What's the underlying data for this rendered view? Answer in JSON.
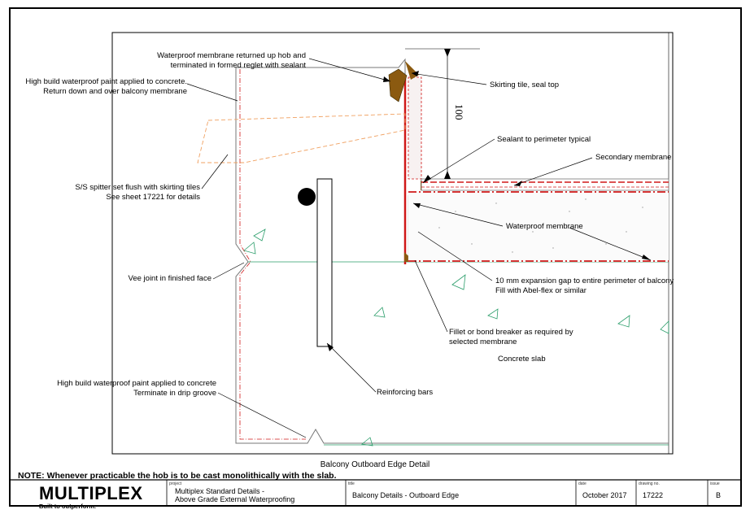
{
  "labels": {
    "membrane_hob": [
      "Waterproof membrane returned up hob and",
      "terminated in formed reglet with sealant"
    ],
    "paint_top": [
      "High build waterproof paint applied to concrete.",
      "Return down and over balcony membrane"
    ],
    "spitter": [
      "S/S spitter set flush with skirting tiles",
      "See sheet 17221 for details"
    ],
    "vee_joint": "Vee joint in finished face",
    "paint_bottom": [
      "High build waterproof paint applied to concrete",
      "Terminate in drip groove"
    ],
    "skirting": "Skirting tile, seal top",
    "sealant": "Sealant to perimeter typical",
    "secondary": "Secondary membrane",
    "waterproof": "Waterproof membrane",
    "expansion": [
      "10 mm expansion gap to entire perimeter of balcony",
      "Fill with Abel-flex or similar"
    ],
    "fillet": [
      "Fillet or bond breaker as required by",
      "selected membrane"
    ],
    "slab": "Concrete slab",
    "rebar": "Reinforcing bars",
    "dimension": "100"
  },
  "caption": "Balcony Outboard Edge Detail",
  "note": "NOTE: Whenever practicable the hob is to be cast monolithically with the slab.",
  "title_block": {
    "logo": "MULTIPLEX",
    "tagline": "Built to outperform.",
    "project_label": "project",
    "project": [
      "Multiplex Standard Details -",
      "Above Grade External Waterproofing"
    ],
    "title_label": "title",
    "title": "Balcony Details - Outboard Edge",
    "date_label": "date",
    "date": "October 2017",
    "drawing_label": "drawing no.",
    "drawing_no": "17222",
    "issue_label": "issue",
    "issue": "B"
  },
  "colors": {
    "membrane": "#e02020",
    "secondary": "#d01818",
    "sealant": "#8b5a10",
    "spitter": "#f0a060",
    "fill_gap": "#e8e4c8",
    "joint_line": "#2a9d6a"
  }
}
